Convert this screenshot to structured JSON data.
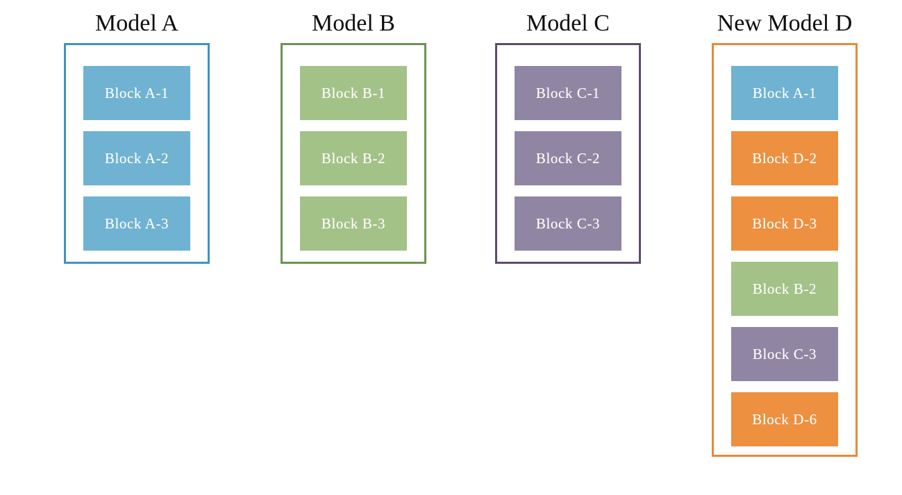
{
  "diagram": {
    "background_color": "#ffffff",
    "palette": {
      "blue_fill": "#6FB2D2",
      "blue_border": "#3E93C4",
      "green_fill": "#A3C287",
      "green_border": "#6E9150",
      "purple_fill": "#9086A3",
      "purple_border": "#5E4A6E",
      "orange_fill": "#ED9040",
      "orange_border": "#E8883A",
      "label_text": "#ffffff",
      "title_text": "#0d0d0d"
    },
    "columns": [
      {
        "id": "a",
        "title": "Model A",
        "frame_color": "#3E93C4",
        "blocks": [
          {
            "label": "Block A-1",
            "color": "#6FB2D2",
            "origin": "A"
          },
          {
            "label": "Block A-2",
            "color": "#6FB2D2",
            "origin": "A"
          },
          {
            "label": "Block A-3",
            "color": "#6FB2D2",
            "origin": "A"
          }
        ]
      },
      {
        "id": "b",
        "title": "Model B",
        "frame_color": "#6E9150",
        "blocks": [
          {
            "label": "Block B-1",
            "color": "#A3C287",
            "origin": "B"
          },
          {
            "label": "Block B-2",
            "color": "#A3C287",
            "origin": "B"
          },
          {
            "label": "Block B-3",
            "color": "#A3C287",
            "origin": "B"
          }
        ]
      },
      {
        "id": "c",
        "title": "Model C",
        "frame_color": "#5E4A6E",
        "blocks": [
          {
            "label": "Block C-1",
            "color": "#9086A3",
            "origin": "C"
          },
          {
            "label": "Block C-2",
            "color": "#9086A3",
            "origin": "C"
          },
          {
            "label": "Block C-3",
            "color": "#9086A3",
            "origin": "C"
          }
        ]
      },
      {
        "id": "d",
        "title": "New Model D",
        "frame_color": "#E8883A",
        "blocks": [
          {
            "label": "Block A-1",
            "color": "#6FB2D2",
            "origin": "A"
          },
          {
            "label": "Block D-2",
            "color": "#ED9040",
            "origin": "D"
          },
          {
            "label": "Block D-3",
            "color": "#ED9040",
            "origin": "D"
          },
          {
            "label": "Block B-2",
            "color": "#A3C287",
            "origin": "B"
          },
          {
            "label": "Block C-3",
            "color": "#9086A3",
            "origin": "C"
          },
          {
            "label": "Block D-6",
            "color": "#ED9040",
            "origin": "D"
          }
        ]
      }
    ]
  }
}
